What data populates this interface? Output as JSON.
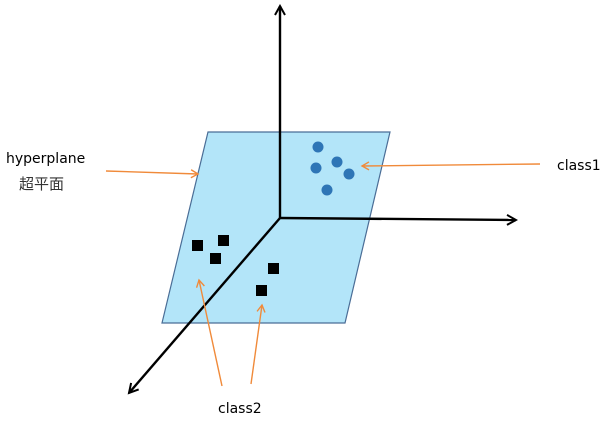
{
  "labels": {
    "hyperplane": "hyperplane",
    "hyperplane_cn": "超平面",
    "class1": "class1",
    "class2": "class2"
  },
  "colors": {
    "plane_fill": "#b3e5f9",
    "plane_stroke": "#4a6d96",
    "axis": "#000000",
    "pointer_arrow": "#f08a3a",
    "class1_marker": "#2e75b6",
    "class2_marker": "#000000"
  },
  "markers": {
    "class1_shape": "circle",
    "class2_shape": "square"
  }
}
